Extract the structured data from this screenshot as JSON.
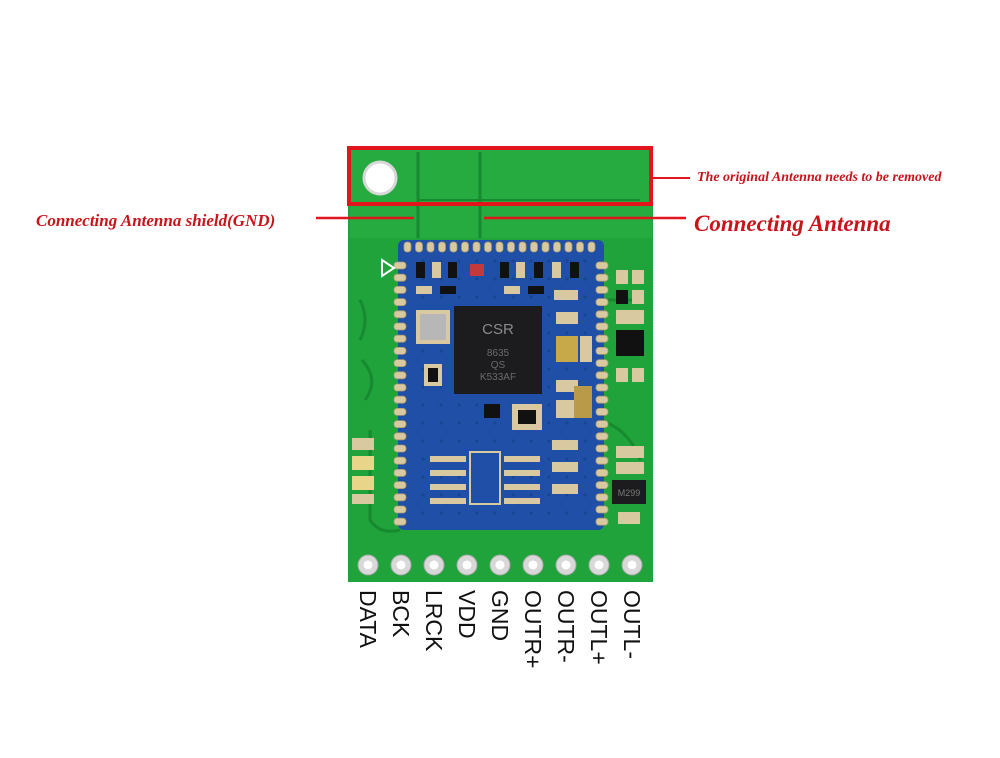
{
  "callouts": {
    "antenna_removed": "The original Antenna needs to be removed",
    "antenna_shield": "Connecting Antenna shield(GND)",
    "antenna": "Connecting Antenna"
  },
  "chip": {
    "brand": "CSR",
    "line1": "8635",
    "line2": "QS",
    "line3": "K533AF"
  },
  "ic_marking": "M299",
  "pins": [
    "DATA",
    "BCK",
    "LRCK",
    "VDD",
    "GND",
    "OUTR+",
    "OUTR-",
    "OUTL+",
    "OUTL-"
  ],
  "colors": {
    "board": "#1fa33a",
    "board_dark": "#178a30",
    "module": "#1f4fa6",
    "module_dark": "#163d86",
    "chip": "#1c1c1e",
    "pad": "#d8c9a0",
    "highlight": "#e3141b",
    "annotation_text": "#c8141a"
  }
}
